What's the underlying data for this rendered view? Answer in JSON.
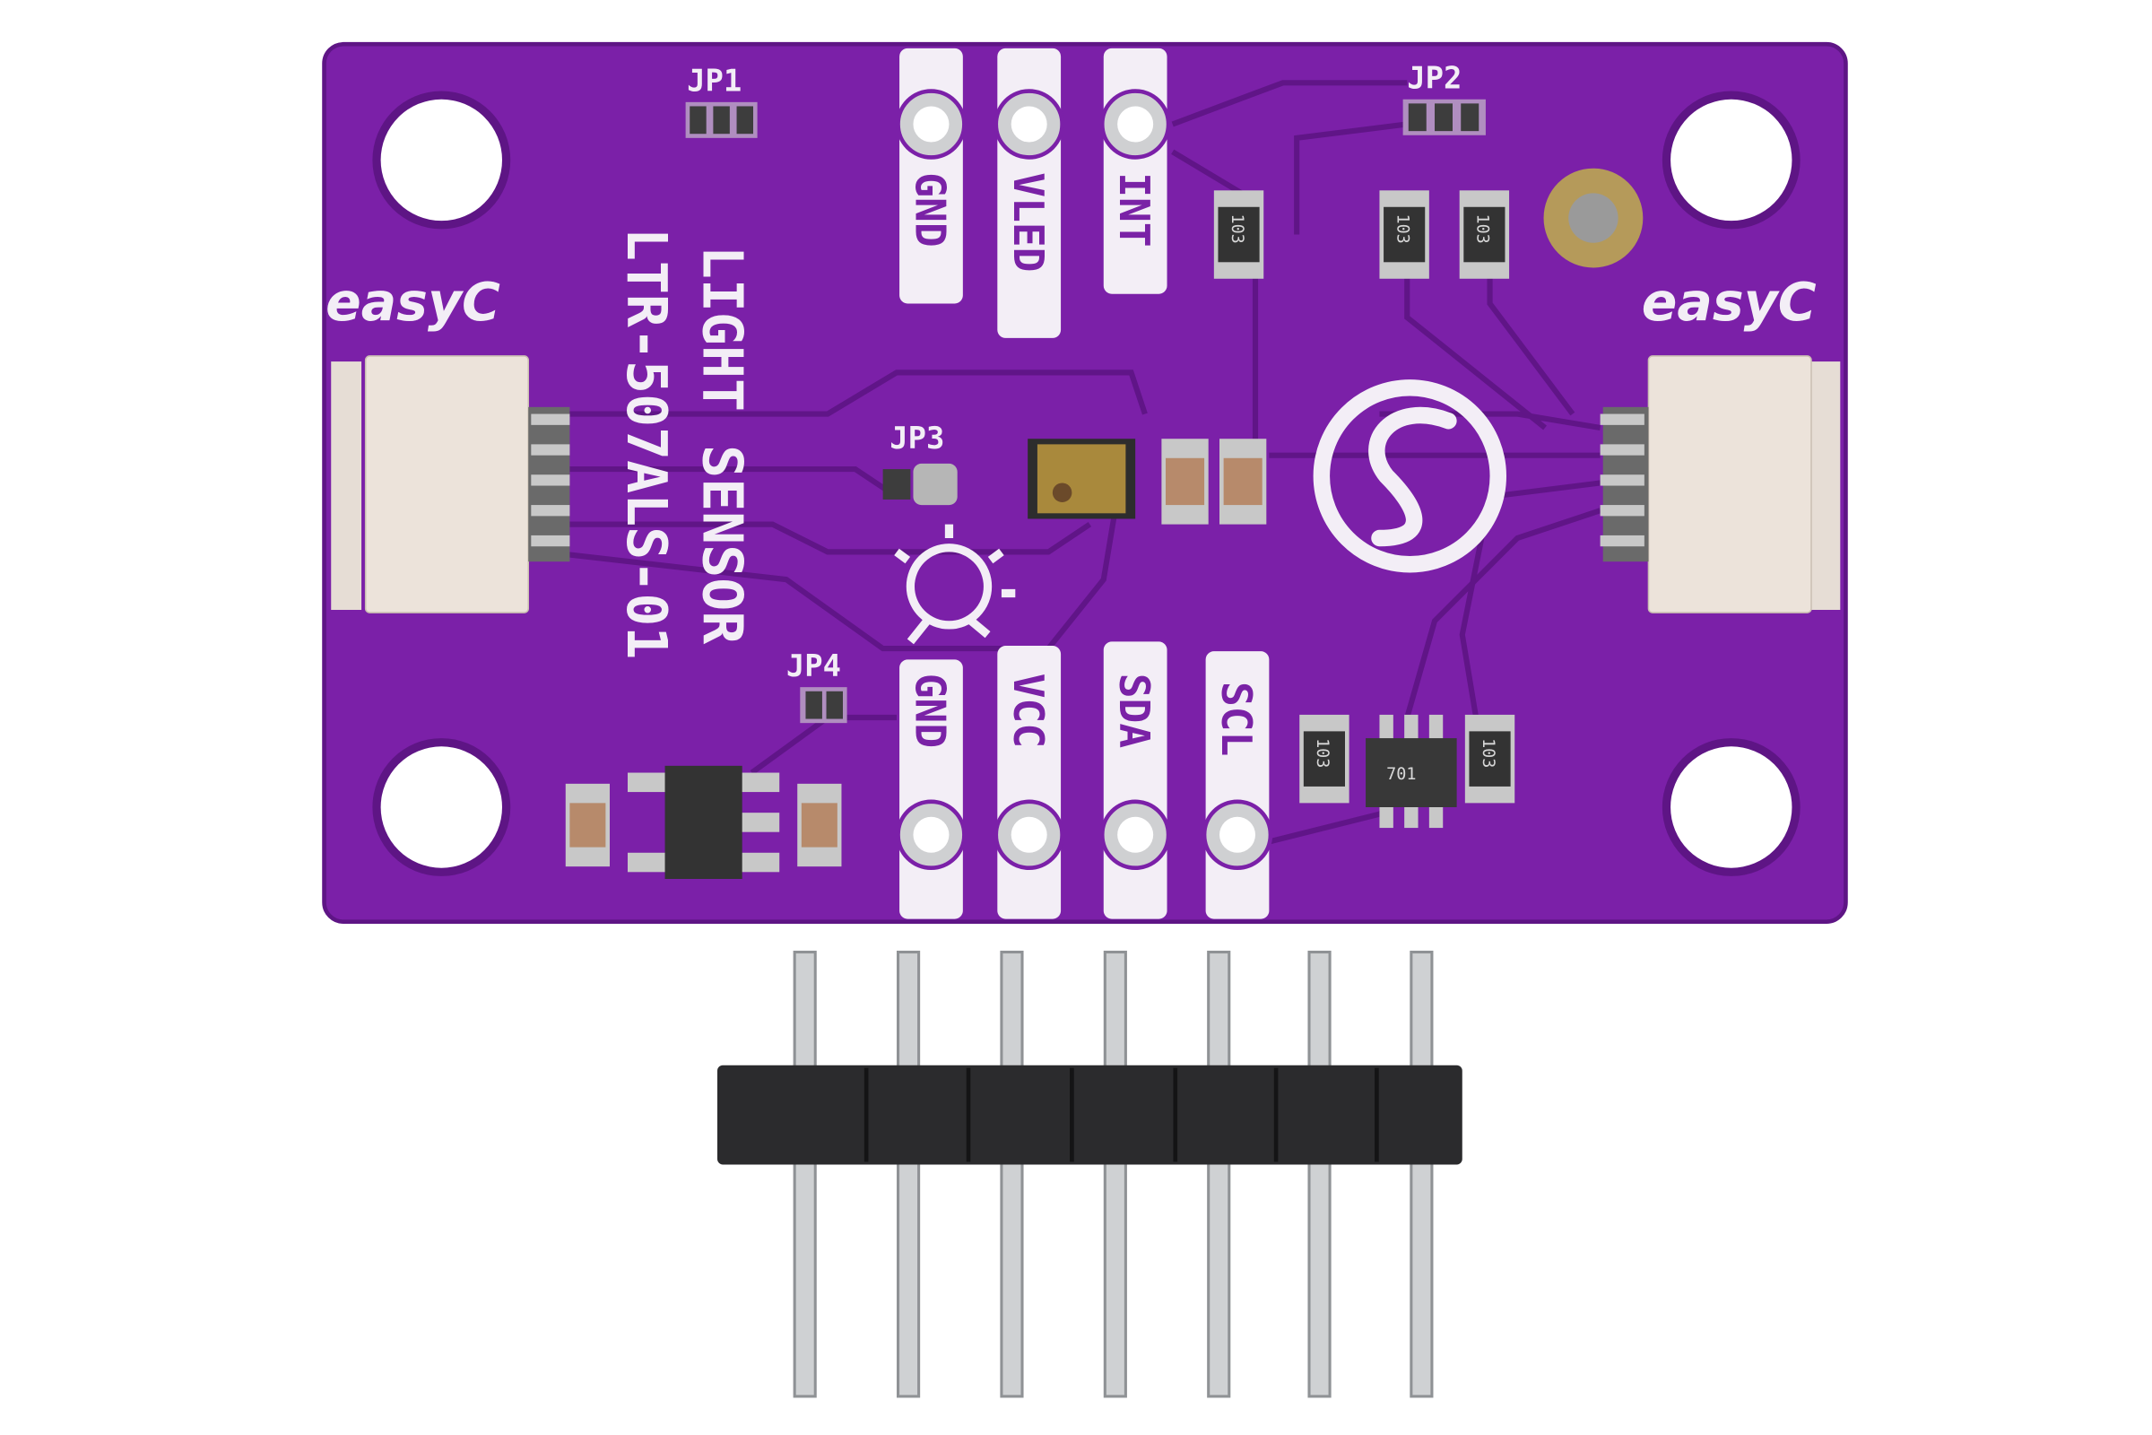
{
  "board": {
    "title_line1": "LIGHT SENSOR",
    "title_line2": "LTR-507ALS-01",
    "connector_left_label": "easyC",
    "connector_right_label": "easyC",
    "jumpers": [
      "JP1",
      "JP2",
      "JP3",
      "JP4"
    ],
    "top_pins": [
      "GND",
      "VLED",
      "INT"
    ],
    "bottom_pins": [
      "GND",
      "VCC",
      "SDA",
      "SCL"
    ],
    "resistor_marking": "103",
    "ic_marking": "701",
    "colors": {
      "pcb": "#7b20a8",
      "silkscreen": "#f3eef6",
      "background": "#ffffff",
      "header_plastic": "#2b2b2d"
    }
  },
  "header": {
    "pin_count": 7
  }
}
